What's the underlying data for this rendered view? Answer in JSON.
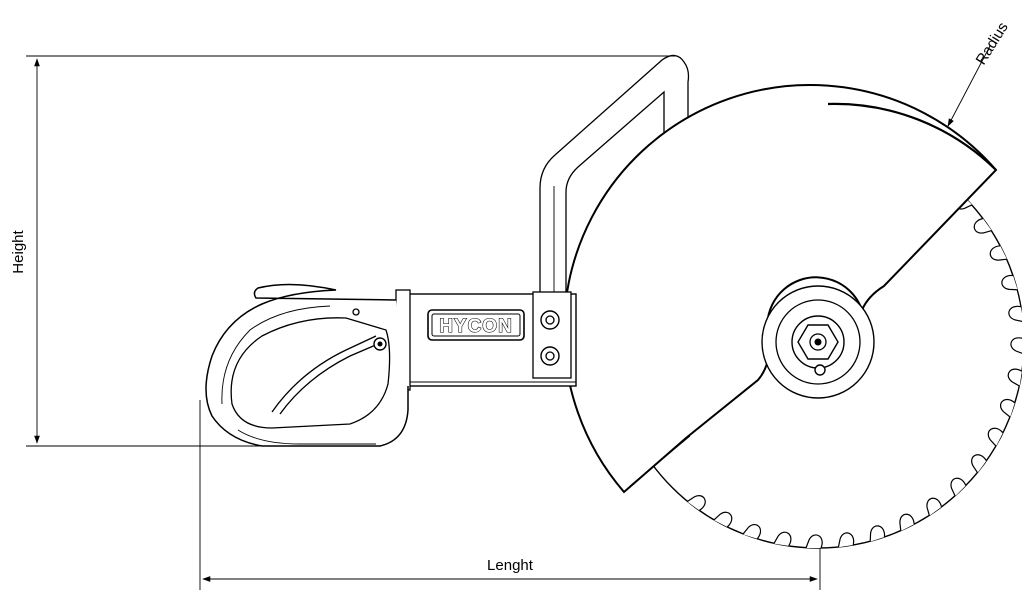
{
  "labels": {
    "height": "Height",
    "length": "Lenght",
    "radius": "Radius"
  },
  "brand": {
    "name": "HYCON"
  },
  "colors": {
    "line": "#000000",
    "background": "#ffffff"
  }
}
